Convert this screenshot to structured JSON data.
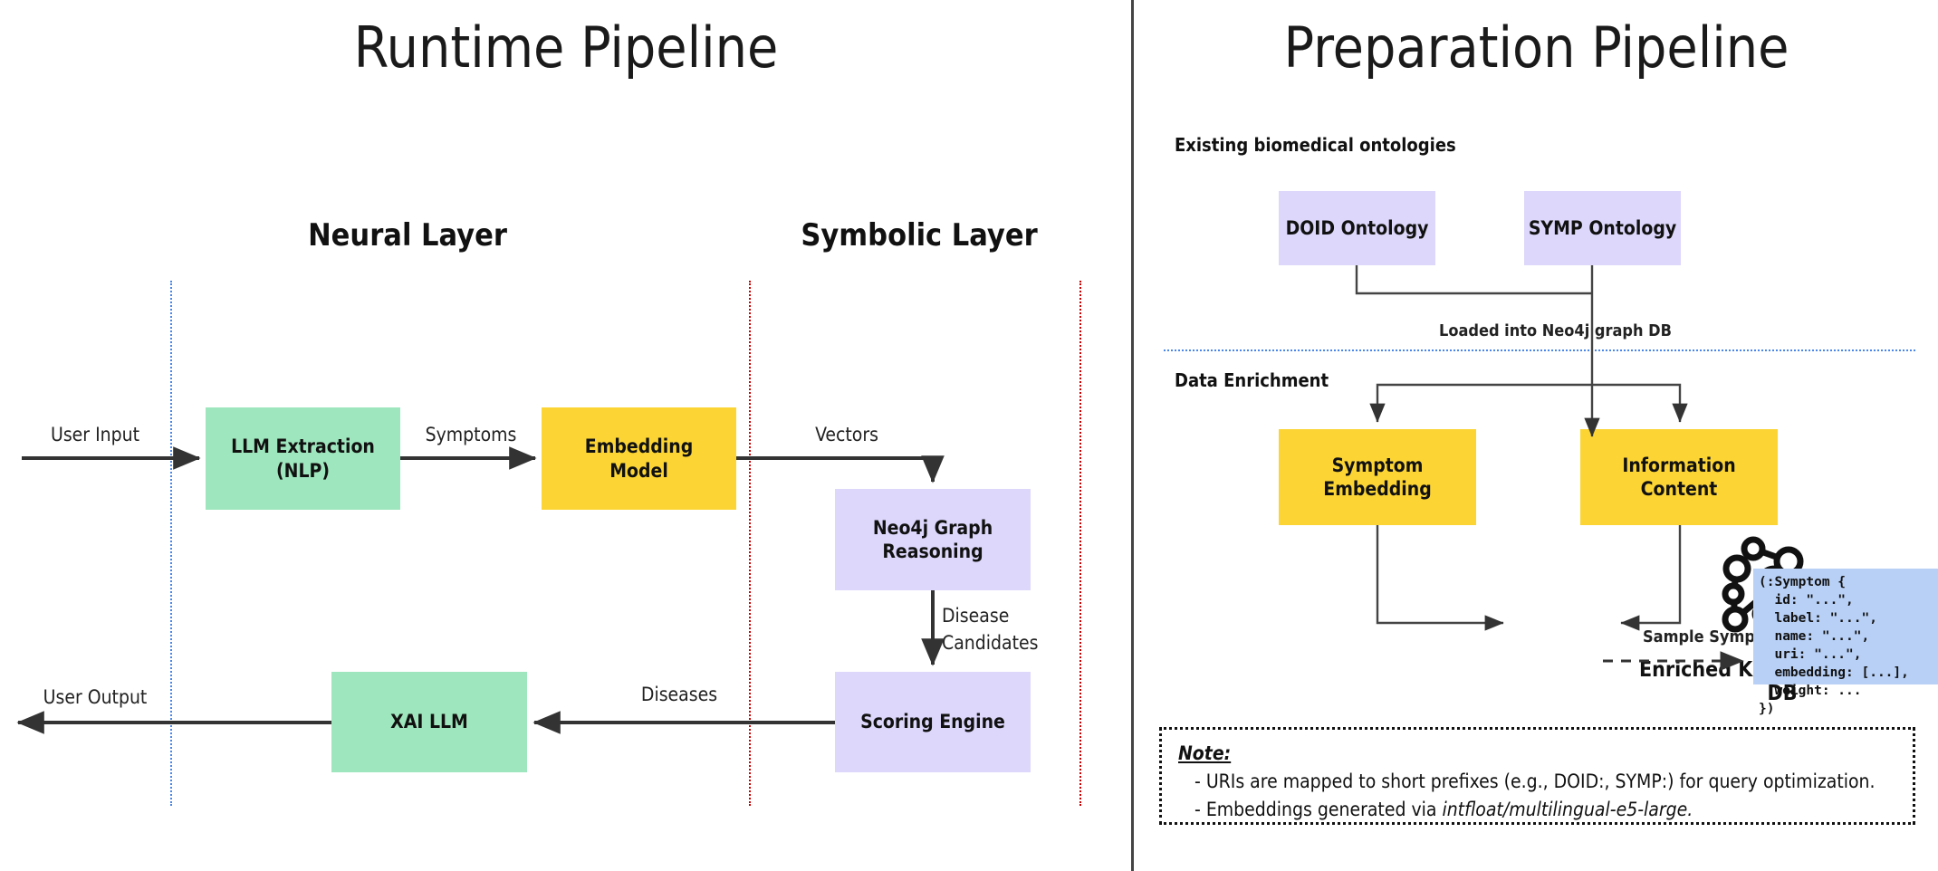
{
  "left_panel": {
    "title": "Runtime Pipeline",
    "layers": [
      {
        "label": "Neural Layer"
      },
      {
        "label": "Symbolic Layer"
      }
    ],
    "nodes": [
      {
        "key": "llm_extraction",
        "label": "LLM Extraction\n(NLP)",
        "color": "#9ee6bd"
      },
      {
        "key": "embedding_model",
        "label": "Embedding\nModel",
        "color": "#fcd535"
      },
      {
        "key": "neo4j_graph_reasoning",
        "label": "Neo4j Graph\nReasoning",
        "color": "#ddd7fb"
      },
      {
        "key": "scoring_engine",
        "label": "Scoring Engine",
        "color": "#ddd7fb"
      },
      {
        "key": "xai_llm",
        "label": "XAI LLM",
        "color": "#9ee6bd"
      }
    ],
    "node_labels": {
      "llm_extraction_l1": "LLM Extraction",
      "llm_extraction_l2": "(NLP)",
      "embedding_l1": "Embedding",
      "embedding_l2": "Model",
      "neo4j_l1": "Neo4j Graph",
      "neo4j_l2": "Reasoning",
      "scoring_engine": "Scoring Engine",
      "xai_llm": "XAI LLM"
    },
    "edge_labels": {
      "user_input": "User Input",
      "symptoms": "Symptoms",
      "vectors": "Vectors",
      "disease_candidates_l1": "Disease",
      "disease_candidates_l2": "Candidates",
      "diseases": "Diseases",
      "user_output": "User Output"
    },
    "guide_colors": {
      "neural_boundary": "#4a86e8",
      "symbolic_boundary": "#cc0000"
    }
  },
  "right_panel": {
    "title": "Preparation Pipeline",
    "sections": [
      {
        "label": "Existing biomedical ontologies"
      },
      {
        "label": "Data Enrichment"
      }
    ],
    "section_labels": {
      "existing_ontologies": "Existing biomedical ontologies",
      "data_enrichment": "Data Enrichment"
    },
    "nodes": [
      {
        "key": "doid_ontology",
        "label": "DOID Ontology",
        "color": "#ddd7fb"
      },
      {
        "key": "symp_ontology",
        "label": "SYMP Ontology",
        "color": "#ddd7fb"
      },
      {
        "key": "symptom_embedding",
        "label": "Symptom\nEmbedding",
        "color": "#fcd535"
      },
      {
        "key": "information_content",
        "label": "Information\nContent",
        "color": "#fcd535"
      }
    ],
    "node_labels": {
      "doid_ontology": "DOID Ontology",
      "symp_ontology": "SYMP Ontology",
      "symptom_embedding_l1": "Symptom",
      "symptom_embedding_l2": "Embedding",
      "information_content_l1": "Information",
      "information_content_l2": "Content"
    },
    "edge_labels": {
      "loaded_into_neo4j": "Loaded into Neo4j graph DB",
      "sample_symptom": "Sample Symptom"
    },
    "kg_caption": "Enriched Knowledge Graph DB",
    "code_snippet": "(:Symptom {\n  id: \"...\",\n  label: \"...\",\n  name: \"...\",\n  uri: \"...\",\n  embedding: [...],\n  weight: ...\n})",
    "note": {
      "title": "Note:",
      "line1": "- URIs are mapped to short prefixes (e.g., DOID:, SYMP:) for query optimization.",
      "line2_prefix": "- Embeddings generated via ",
      "line2_italic": "intfloat/multilingual-e5-large."
    },
    "guide_colors": {
      "stage_divider": "#4a86e8"
    }
  },
  "icons": {
    "knowledge_graph": "knowledge-graph-icon"
  }
}
